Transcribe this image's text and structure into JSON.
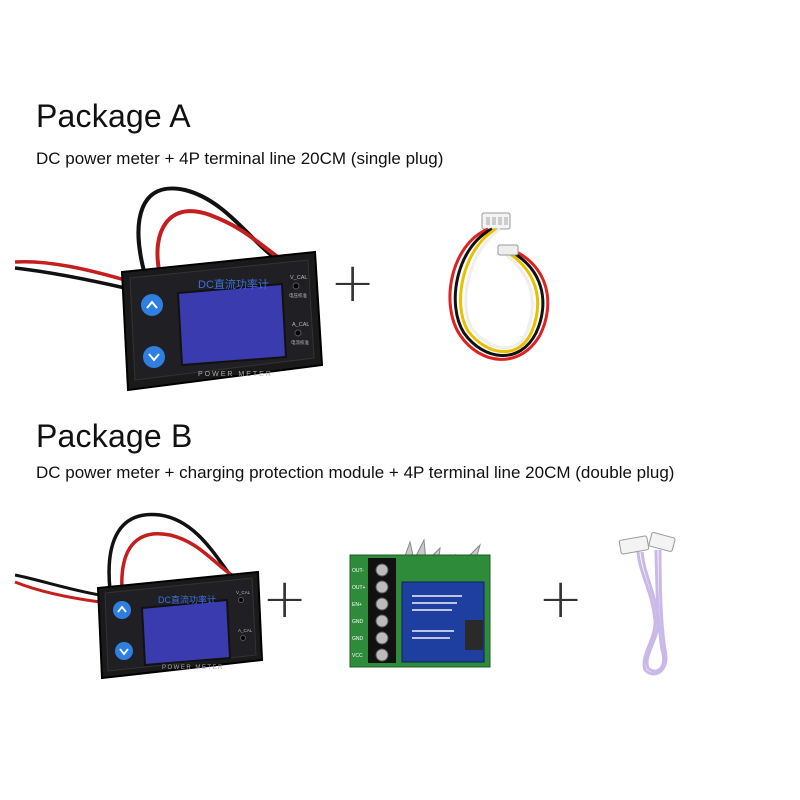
{
  "package_a": {
    "title": "Package A",
    "description": "DC power meter + 4P terminal line 20CM (single plug)"
  },
  "package_b": {
    "title": "Package B",
    "description": "DC power meter + charging protection module + 4P terminal line 20CM (double plug)"
  },
  "meter": {
    "brand_text": "DC直流功率计",
    "footer_text": "POWER METER",
    "v_cal": "V_CAL",
    "a_cal": "A_CAL",
    "v_cal_sub": "电压校准",
    "a_cal_sub": "电流校准"
  },
  "module_pins": [
    "OUT-",
    "OUT+",
    "EN+",
    "GND",
    "GND",
    "VCC"
  ],
  "plus_sign": "+",
  "colors": {
    "meter_body": "#1a1a1a",
    "screen": "#3b3bb0",
    "button_blue": "#2f7fe0",
    "pcb_green": "#2e8b3a",
    "relay_blue": "#1f3fa0"
  }
}
